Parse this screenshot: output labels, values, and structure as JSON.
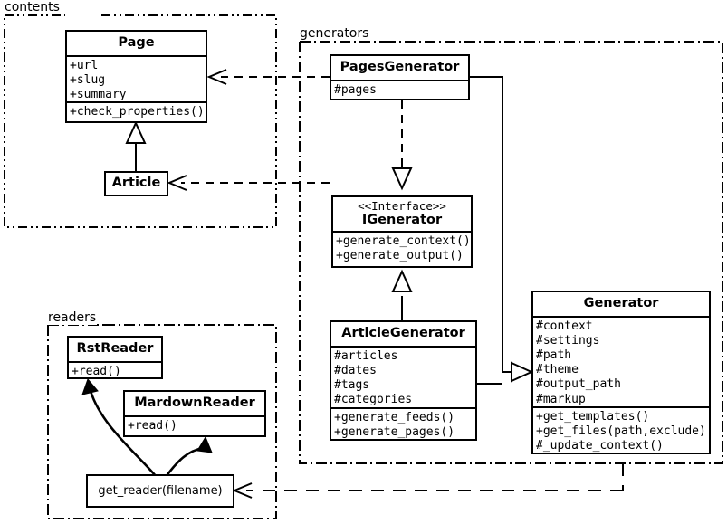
{
  "diagram": {
    "title": "UML class diagram",
    "stroke_color": "#000000",
    "background_color": "#ffffff"
  },
  "packages": [
    {
      "id": "contents",
      "label": "contents"
    },
    {
      "id": "generators",
      "label": "generators"
    },
    {
      "id": "readers",
      "label": "readers"
    }
  ],
  "classes": {
    "page": {
      "name": "Page",
      "attributes": [
        "+url",
        "+slug",
        "+summary"
      ],
      "methods": [
        "+check_properties()"
      ]
    },
    "article": {
      "name": "Article",
      "attributes": [],
      "methods": []
    },
    "pages_generator": {
      "name": "PagesGenerator",
      "attributes": [
        "#pages"
      ],
      "methods": []
    },
    "igenerator": {
      "stereotype": "<<Interface>>",
      "name": "IGenerator",
      "attributes": [],
      "methods": [
        "+generate_context()",
        "+generate_output()"
      ]
    },
    "article_generator": {
      "name": "ArticleGenerator",
      "attributes": [
        "#articles",
        "#dates",
        "#tags",
        "#categories"
      ],
      "methods": [
        "+generate_feeds()",
        "+generate_pages()"
      ]
    },
    "generator": {
      "name": "Generator",
      "attributes": [
        "#context",
        "#settings",
        "#path",
        "#theme",
        "#output_path",
        "#markup"
      ],
      "methods": [
        "+get_templates()",
        "+get_files(path,exclude)",
        "#_update_context()"
      ]
    },
    "rst_reader": {
      "name": "RstReader",
      "attributes": [],
      "methods": [
        "+read()"
      ]
    },
    "mardown_reader": {
      "name": "MardownReader",
      "attributes": [],
      "methods": [
        "+read()"
      ]
    }
  },
  "functions": {
    "get_reader": {
      "label": "get_reader(filename)"
    }
  },
  "relationships": [
    {
      "from": "article",
      "to": "page",
      "type": "generalization"
    },
    {
      "from": "pages_generator",
      "to": "page",
      "type": "dependency"
    },
    {
      "from": "article_generator",
      "to": "article",
      "type": "dependency"
    },
    {
      "from": "pages_generator",
      "to": "igenerator",
      "type": "realization"
    },
    {
      "from": "article_generator",
      "to": "igenerator",
      "type": "generalization"
    },
    {
      "from": "pages_generator",
      "to": "generator",
      "type": "generalization"
    },
    {
      "from": "article_generator",
      "to": "generator",
      "type": "generalization"
    },
    {
      "from": "generator",
      "to": "get_reader",
      "type": "dependency"
    },
    {
      "from": "get_reader",
      "to": "rst_reader",
      "type": "creates"
    },
    {
      "from": "get_reader",
      "to": "mardown_reader",
      "type": "creates"
    }
  ]
}
